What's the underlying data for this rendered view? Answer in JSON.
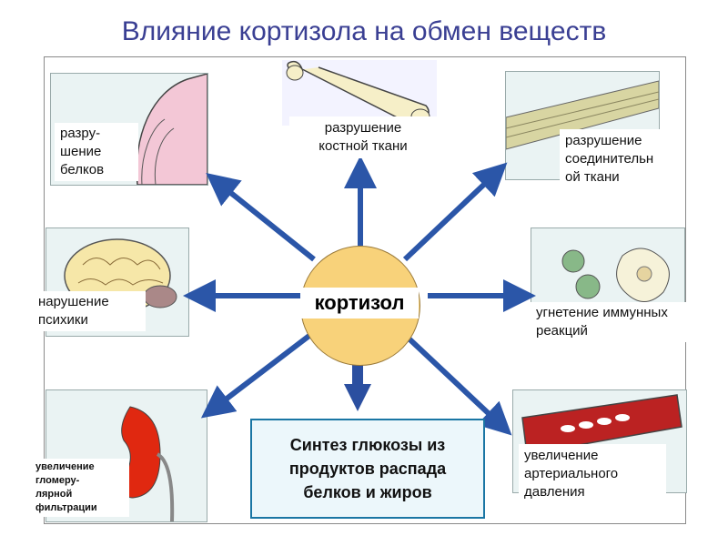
{
  "title": "Влияние кортизола на обмен веществ",
  "center": "кортизол",
  "effects": {
    "protein": [
      "разру-",
      "шение",
      "белков"
    ],
    "bone": [
      "разрушение",
      "костной ткани"
    ],
    "connective": [
      "разрушение",
      "соединительн",
      "ой ткани"
    ],
    "psyche": [
      "нарушение",
      "психики"
    ],
    "immune": [
      "угнетение иммунных",
      "реакций"
    ],
    "kidney": [
      "увеличение",
      "гломеру-",
      "лярной",
      "фильтрации"
    ],
    "pressure": [
      "увеличение",
      "артериального",
      "давления"
    ]
  },
  "synthesis": [
    "Синтез глюкозы из",
    "продуктов распада",
    "белков и жиров"
  ],
  "colors": {
    "arrow": "#2b56a8",
    "center_fill": "#f8d27a",
    "title": "#3a3f93"
  }
}
